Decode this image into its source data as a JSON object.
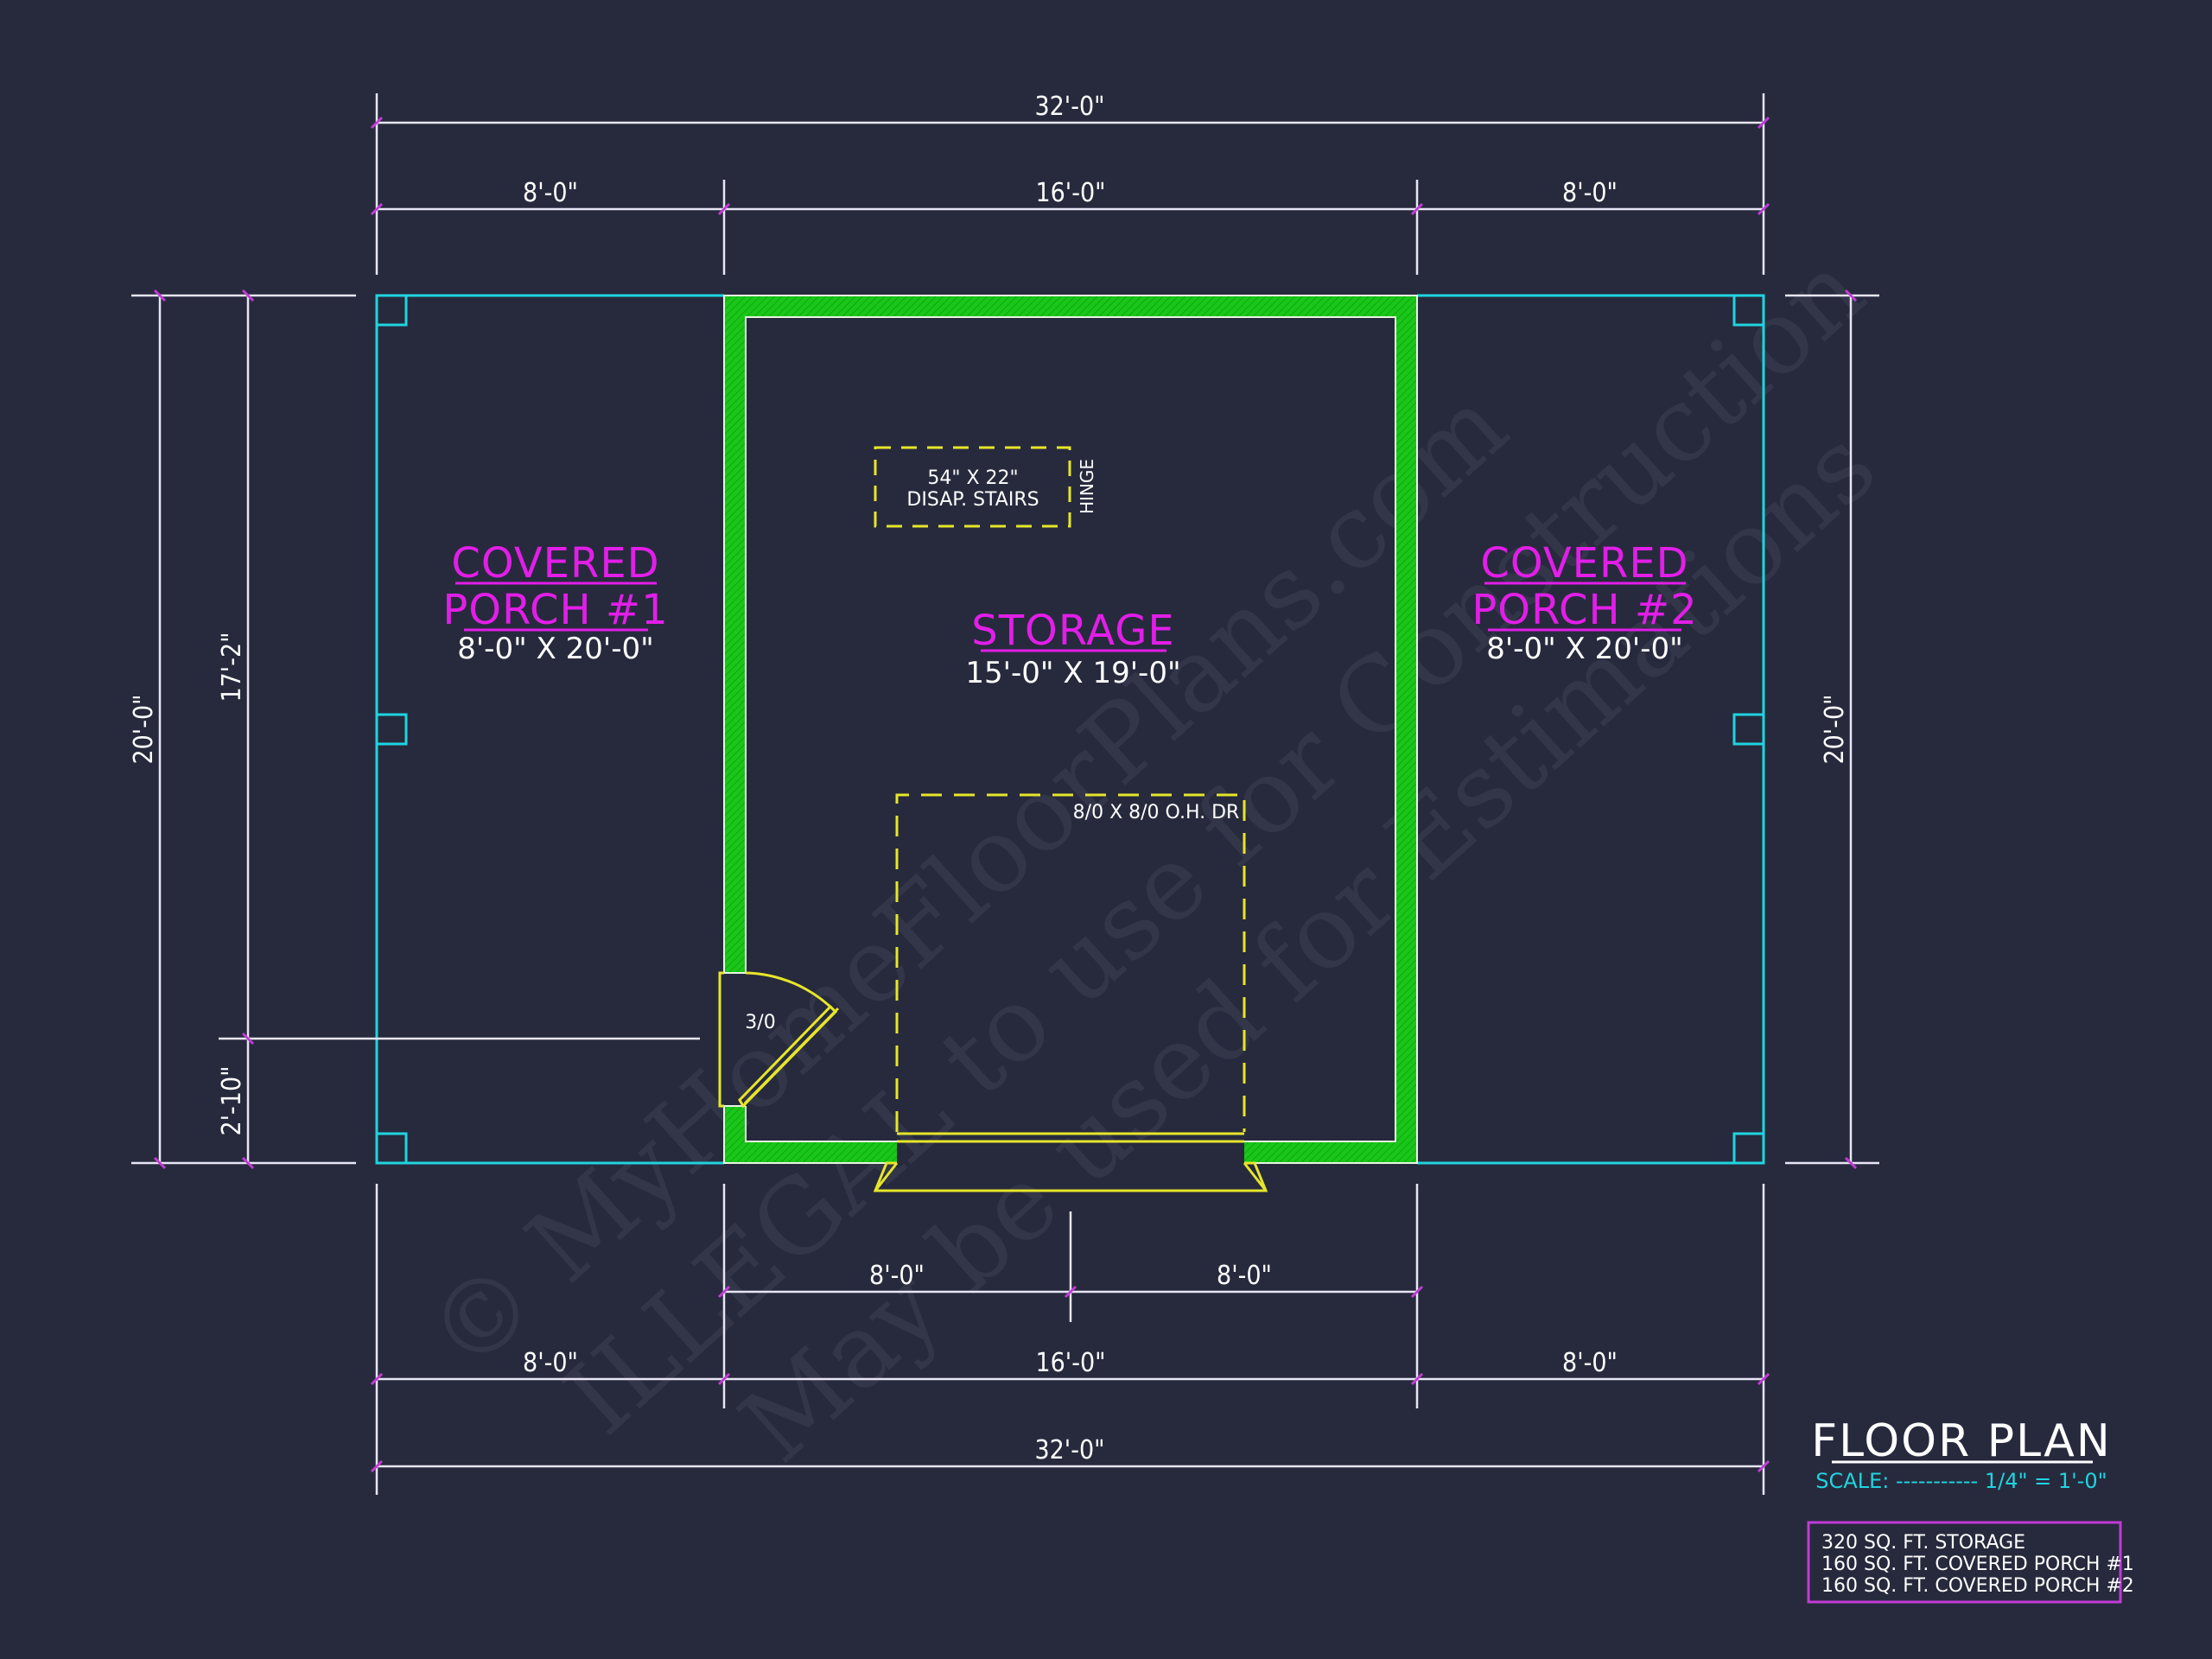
{
  "drawing": {
    "title": "FLOOR PLAN",
    "scale": "SCALE: ----------- 1/4\" = 1'-0\"",
    "colors": {
      "background": "#272a3d",
      "wall_fill": "#19c719",
      "porch_outline": "#1fd4df",
      "door_lines": "#e6e62a",
      "room_label": "#e21ee8",
      "dimension_lines": "#e8e6f5",
      "dimension_ticks": "#c23bd6",
      "area_box": "#c23bd6"
    }
  },
  "rooms": {
    "porch1": {
      "name_line1": "COVERED",
      "name_line2": "PORCH #1",
      "size": "8'-0\" X 20'-0\""
    },
    "storage": {
      "name": "STORAGE",
      "size": "15'-0\" X 19'-0\""
    },
    "porch2": {
      "name_line1": "COVERED",
      "name_line2": "PORCH #2",
      "size": "8'-0\" X 20'-0\""
    }
  },
  "annotations": {
    "stairs_size": "54\" X 22\"",
    "stairs_label": "DISAP. STAIRS",
    "hinge_label": "HINGE",
    "entry_door": "3/0",
    "overhead_door": "8/0 X 8/0 O.H. DR"
  },
  "dimensions": {
    "top": {
      "overall": "32'-0\"",
      "left": "8'-0\"",
      "center": "16'-0\"",
      "right": "8'-0\""
    },
    "bottom": {
      "door_left": "8'-0\"",
      "door_right": "8'-0\"",
      "left": "8'-0\"",
      "center": "16'-0\"",
      "right": "8'-0\"",
      "overall": "32'-0\""
    },
    "left": {
      "overall": "20'-0\"",
      "upper": "17'-2\"",
      "lower": "2'-10\""
    },
    "right": {
      "overall": "20'-0\""
    }
  },
  "area_summary": [
    "320 SQ. FT. STORAGE",
    "160 SQ. FT. COVERED PORCH #1",
    "160 SQ. FT. COVERED PORCH #2"
  ],
  "watermark": {
    "line1": "© MyHomeFloorPlans.com",
    "line2": "ILLEGAL to use for Construction",
    "line3": "May be used for Estimations"
  }
}
